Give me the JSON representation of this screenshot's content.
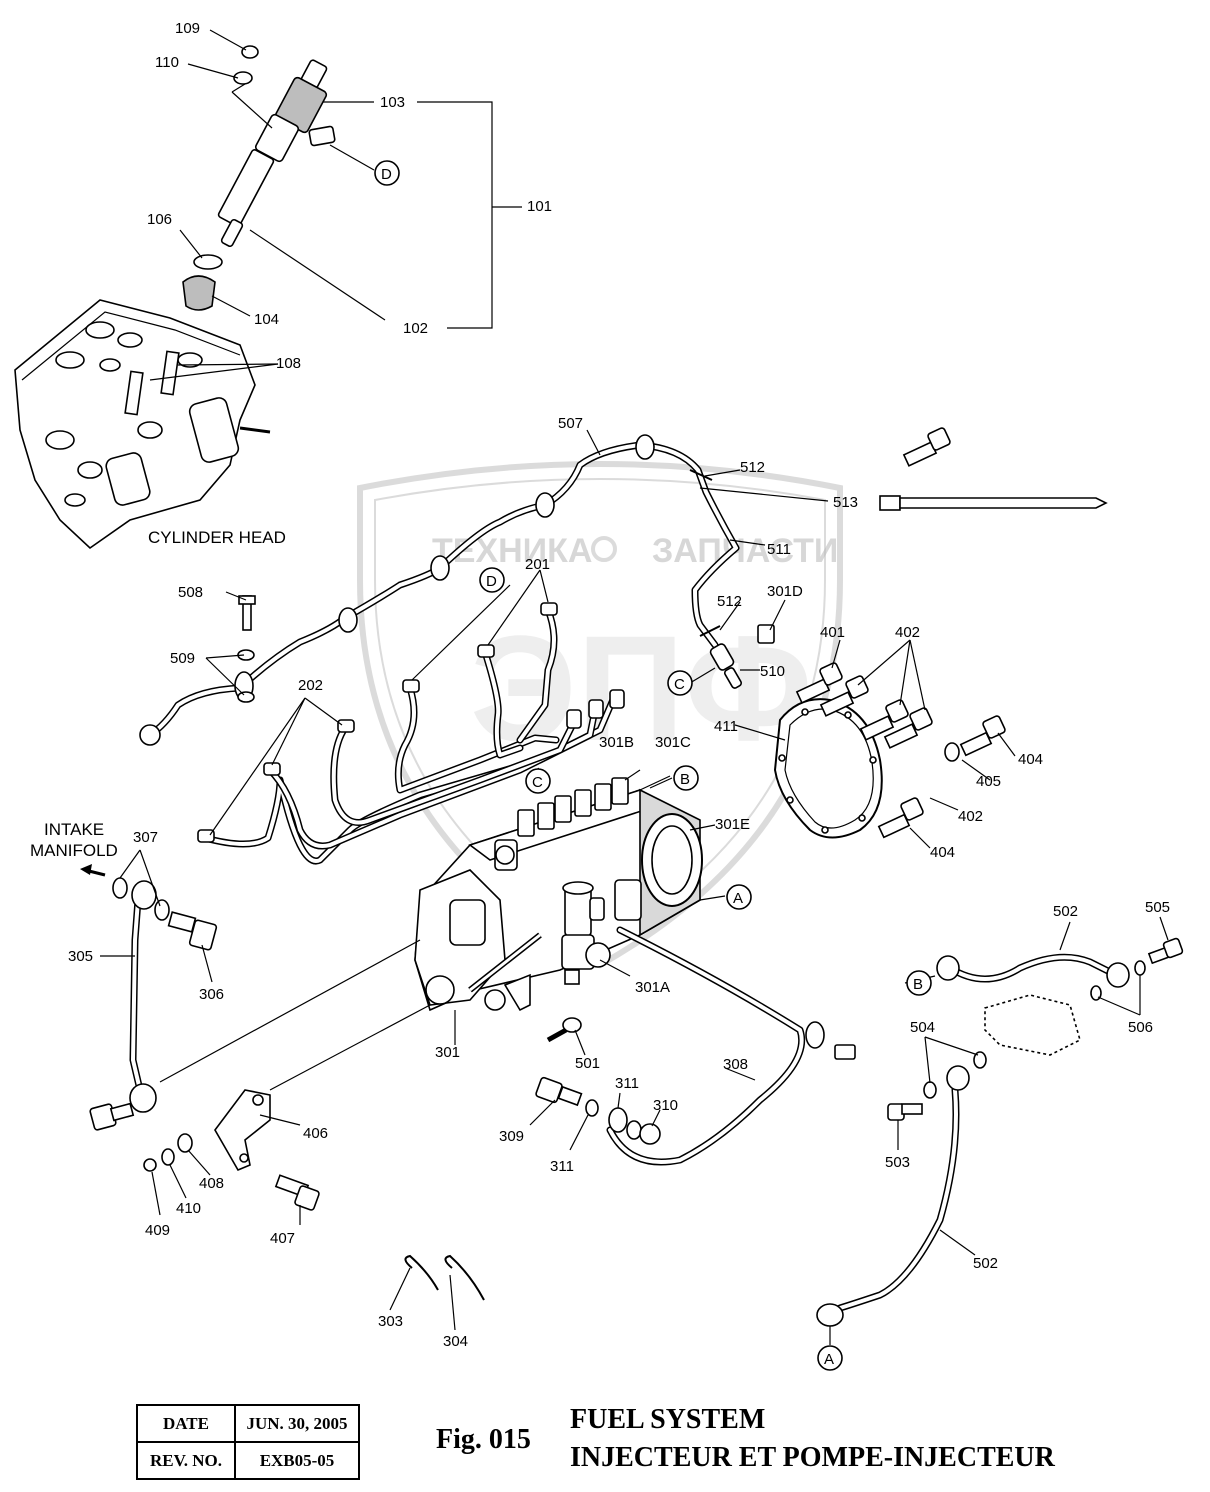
{
  "watermark": {
    "left_text": "ТЕХНИКА",
    "right_text": "ЗАПЧАСТИ",
    "center_text": "ЭПФ"
  },
  "labels": {
    "l101": "101",
    "l102": "102",
    "l103": "103",
    "l104": "104",
    "l106": "106",
    "l108": "108",
    "l109": "109",
    "l110": "110",
    "l201": "201",
    "l202": "202",
    "l301": "301",
    "l301A": "301A",
    "l301B": "301B",
    "l301C": "301C",
    "l301D": "301D",
    "l301E": "301E",
    "l303": "303",
    "l304": "304",
    "l305": "305",
    "l306": "306",
    "l307": "307",
    "l308": "308",
    "l309": "309",
    "l310": "310",
    "l311a": "311",
    "l311b": "311",
    "l401": "401",
    "l402a": "402",
    "l402b": "402",
    "l404a": "404",
    "l404b": "404",
    "l405": "405",
    "l406": "406",
    "l407": "407",
    "l408": "408",
    "l409": "409",
    "l410": "410",
    "l411": "411",
    "l501": "501",
    "l502a": "502",
    "l502b": "502",
    "l503": "503",
    "l504": "504",
    "l505": "505",
    "l506": "506",
    "l507": "507",
    "l508": "508",
    "l509": "509",
    "l510": "510",
    "l511": "511",
    "l512a": "512",
    "l512b": "512",
    "l513": "513"
  },
  "callouts": {
    "A1": "A",
    "A2": "A",
    "B1": "B",
    "B2": "B",
    "C1": "C",
    "C2": "C",
    "D1": "D",
    "D2": "D"
  },
  "captions": {
    "cylinder_head": "CYLINDER HEAD",
    "intake_line1": "INTAKE",
    "intake_line2": "MANIFOLD"
  },
  "info_table": {
    "date_label": "DATE",
    "date_value": "JUN. 30, 2005",
    "rev_label": "REV. NO.",
    "rev_value": "EXB05-05"
  },
  "figure": {
    "number": "Fig. 015",
    "title_en": "FUEL SYSTEM",
    "title_fr": "INJECTEUR ET POMPE-INJECTEUR"
  }
}
